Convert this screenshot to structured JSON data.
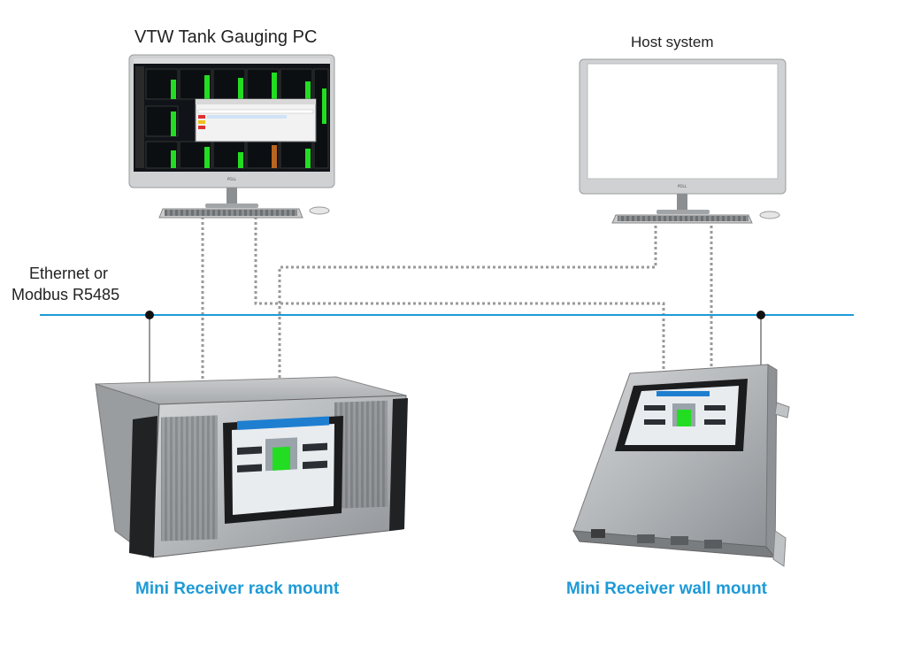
{
  "labels": {
    "pc_title": "VTW Tank Gauging PC",
    "host_title": "Host system",
    "bus_label_line1": "Ethernet or",
    "bus_label_line2": "Modbus R5485",
    "rack_caption": "Mini Receiver rack mount",
    "wall_caption": "Mini Receiver wall mount"
  },
  "colors": {
    "bus_line": "#1e9ad6",
    "caption": "#1e9ad6",
    "dotted_link": "#999999",
    "steel": "#b9bcbf",
    "screen_green": "#22dd22"
  }
}
